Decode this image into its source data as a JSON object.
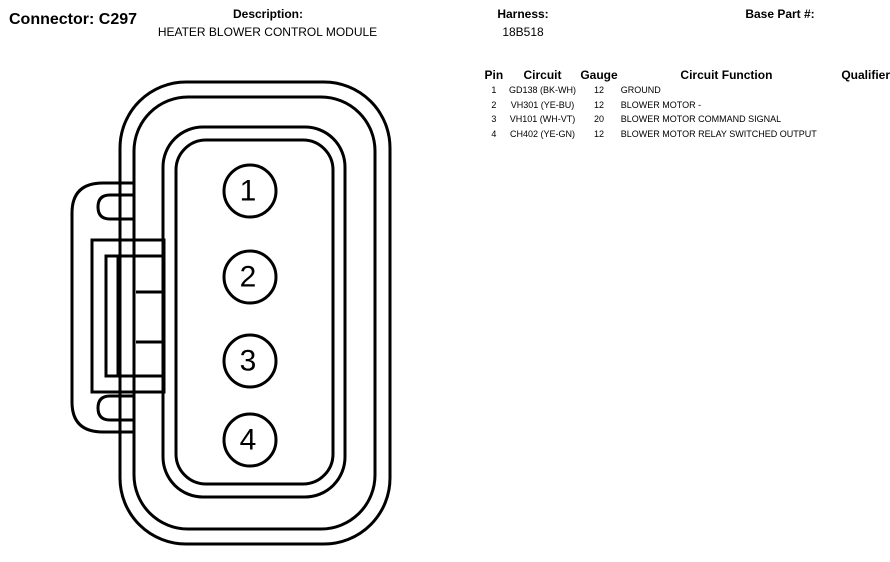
{
  "connector": {
    "label": "Connector:",
    "id": "C297"
  },
  "description": {
    "label": "Description:",
    "value": "HEATER BLOWER CONTROL MODULE"
  },
  "harness": {
    "label": "Harness:",
    "value": "18B518"
  },
  "base_part": {
    "label": "Base Part #:"
  },
  "pin_table": {
    "headers": {
      "pin": "Pin",
      "circuit": "Circuit",
      "gauge": "Gauge",
      "function": "Circuit Function",
      "qualifier": "Qualifier"
    },
    "rows": [
      {
        "pin": "1",
        "circuit": "GD138 (BK-WH)",
        "gauge": "12",
        "function": "GROUND"
      },
      {
        "pin": "2",
        "circuit": "VH301 (YE-BU)",
        "gauge": "12",
        "function": "BLOWER MOTOR -"
      },
      {
        "pin": "3",
        "circuit": "VH101 (WH-VT)",
        "gauge": "20",
        "function": "BLOWER MOTOR COMMAND SIGNAL"
      },
      {
        "pin": "4",
        "circuit": "CH402 (YE-GN)",
        "gauge": "12",
        "function": "BLOWER MOTOR RELAY SWITCHED OUTPUT"
      }
    ]
  },
  "diagram": {
    "pin_labels": [
      "1",
      "2",
      "3",
      "4"
    ]
  }
}
